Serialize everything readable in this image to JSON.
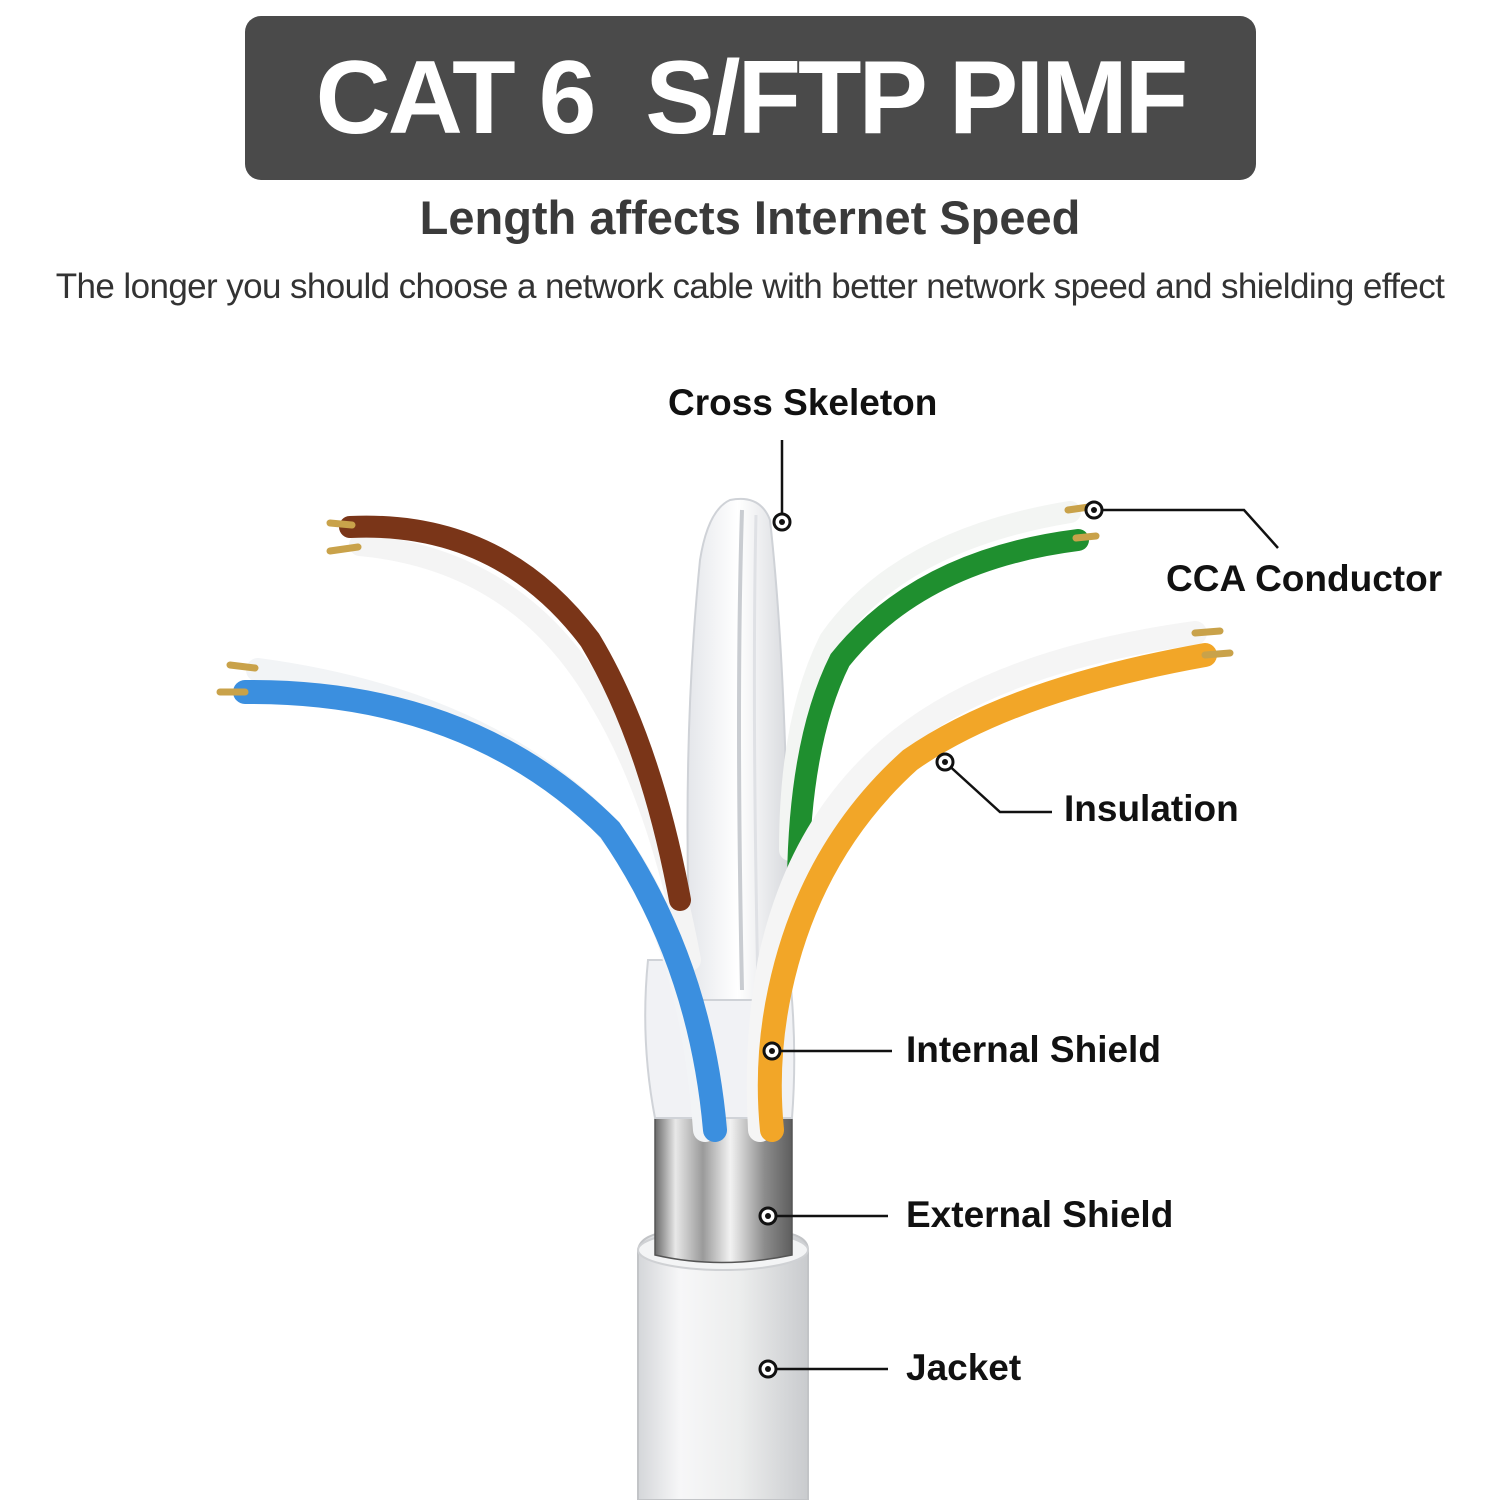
{
  "header": {
    "title": "CAT 6  S/FTP PIMF",
    "subtitle": "Length affects Internet Speed",
    "description": "The longer you should choose a network cable with better network speed and shielding effect"
  },
  "colors": {
    "banner": "#4a4a4a",
    "blue_pair": "#3b8fdf",
    "brown_pair": "#7a3518",
    "green_pair": "#1f8f2f",
    "orange_pair": "#f2a628",
    "jacket": "#e9eaec"
  },
  "callouts": {
    "cross_skeleton": "Cross Skeleton",
    "cca_conductor": "CCA Conductor",
    "insulation": "Insulation",
    "internal_shield": "Internal Shield",
    "external_shield": "External Shield",
    "jacket": "Jacket"
  }
}
